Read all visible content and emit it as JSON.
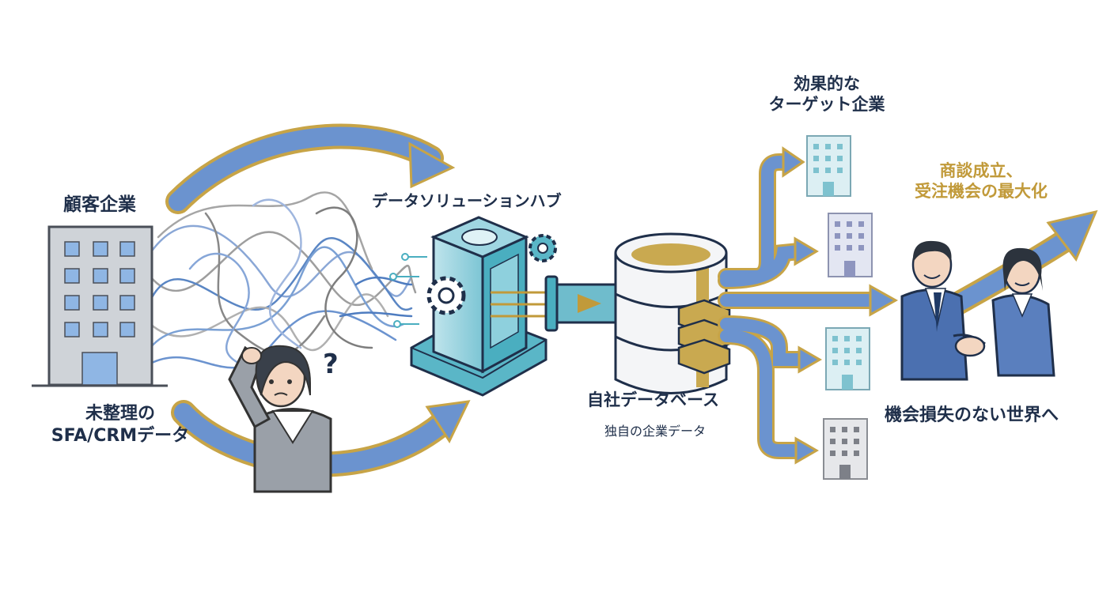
{
  "labels": {
    "customer": "顧客企業",
    "unorganized_line1": "未整理の",
    "unorganized_line2": "SFA/CRMデータ",
    "hub": "データソリューションハブ",
    "db_title": "自社データベース",
    "db_sub": "独自の企業データ",
    "target_line1": "効果的な",
    "target_line2": "ターゲット企業",
    "deal_line1": "商談成立、",
    "deal_line2": "受注機会の最大化",
    "world": "機会損失のない世界へ",
    "question_mark": "?"
  },
  "icons": {
    "customer_building": "office-building-icon",
    "confused_person": "confused-woman-icon",
    "hub_device": "data-hub-server-icon",
    "gear": "gear-icon",
    "database": "database-cylinder-icon",
    "target_building": "office-building-icon",
    "handshake": "handshake-people-icon",
    "growth_arrow": "growth-arrow-icon"
  },
  "colors": {
    "text_dark": "#1f2f4a",
    "accent_gold": "#c19a3a",
    "arrow_blue": "#6b93cf",
    "arrow_outline": "#c7a447",
    "hub_teal": "#4aaec0",
    "suit_blue": "#4b70b0"
  }
}
